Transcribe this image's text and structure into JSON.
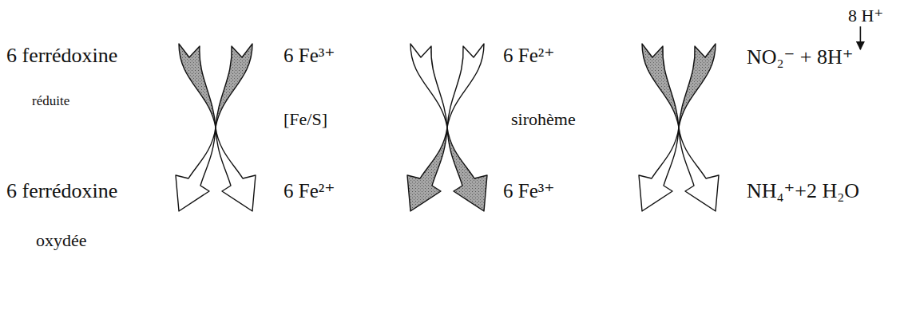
{
  "diagram": {
    "labels": [
      "8 H⁺",
      "6 ferrédoxine",
      "6 Fe³⁺",
      "6 Fe²⁺",
      "NO₂⁻ + 8H⁺",
      "réduite",
      "[Fe/S]",
      "sirohème",
      "6 ferrédoxine",
      "6 Fe²⁺",
      "6 Fe³⁺",
      "NH₄⁺+2 H₂O",
      "oxydée"
    ]
  }
}
